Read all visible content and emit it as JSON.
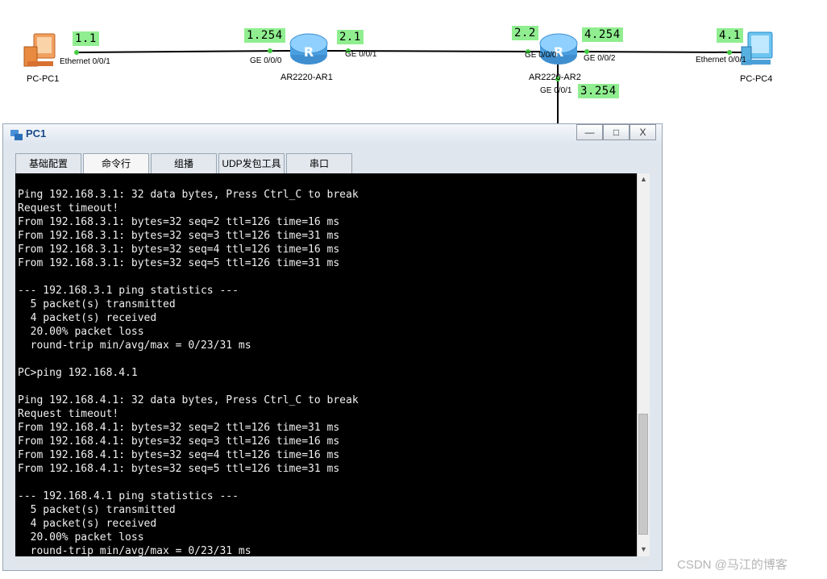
{
  "topology": {
    "devices": [
      {
        "name": "PC-PC1",
        "icon": "pc-orange-icon"
      },
      {
        "name": "AR2220-AR1",
        "icon": "router-icon"
      },
      {
        "name": "AR2220-AR2",
        "icon": "router-icon"
      },
      {
        "name": "PC-PC4",
        "icon": "pc-blue-icon"
      }
    ],
    "tags": [
      "1.1",
      "1.254",
      "2.1",
      "2.2",
      "4.254",
      "4.1",
      "3.254"
    ],
    "ports": [
      "Ethernet 0/0/1",
      "GE 0/0/0",
      "GE 0/0/1",
      "GE 0/0/0",
      "GE 0/0/2",
      "Ethernet 0/0/1",
      "GE 0/0/1"
    ],
    "tag_color": "#90ee90"
  },
  "window": {
    "title": "PC1",
    "buttons": {
      "minimize": "—",
      "maximize": "□",
      "close": "X"
    },
    "tabs": [
      "基础配置",
      "命令行",
      "组播",
      "UDP发包工具",
      "串口"
    ],
    "active_tab": "命令行"
  },
  "terminal": {
    "lines": [
      "Ping 192.168.3.1: 32 data bytes, Press Ctrl_C to break",
      "Request timeout!",
      "From 192.168.3.1: bytes=32 seq=2 ttl=126 time=16 ms",
      "From 192.168.3.1: bytes=32 seq=3 ttl=126 time=31 ms",
      "From 192.168.3.1: bytes=32 seq=4 ttl=126 time=16 ms",
      "From 192.168.3.1: bytes=32 seq=5 ttl=126 time=31 ms",
      "",
      "--- 192.168.3.1 ping statistics ---",
      "  5 packet(s) transmitted",
      "  4 packet(s) received",
      "  20.00% packet loss",
      "  round-trip min/avg/max = 0/23/31 ms",
      "",
      "PC>ping 192.168.4.1",
      "",
      "Ping 192.168.4.1: 32 data bytes, Press Ctrl_C to break",
      "Request timeout!",
      "From 192.168.4.1: bytes=32 seq=2 ttl=126 time=31 ms",
      "From 192.168.4.1: bytes=32 seq=3 ttl=126 time=16 ms",
      "From 192.168.4.1: bytes=32 seq=4 ttl=126 time=16 ms",
      "From 192.168.4.1: bytes=32 seq=5 ttl=126 time=31 ms",
      "",
      "--- 192.168.4.1 ping statistics ---",
      "  5 packet(s) transmitted",
      "  4 packet(s) received",
      "  20.00% packet loss",
      "  round-trip min/avg/max = 0/23/31 ms"
    ]
  },
  "watermark": "CSDN @马江的博客"
}
